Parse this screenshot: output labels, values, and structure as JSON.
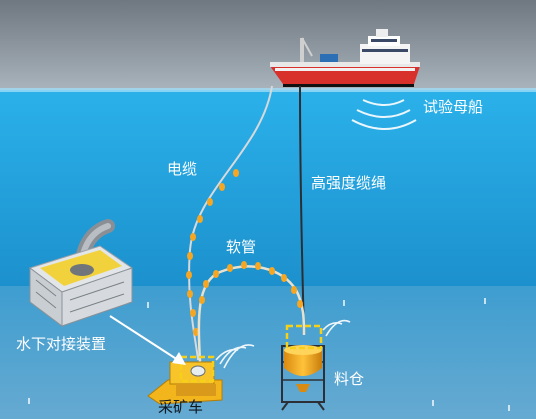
{
  "labels": {
    "ship": "试验母船",
    "cable": "电缆",
    "rope": "高强度缆绳",
    "hose": "软管",
    "docking": "水下对接装置",
    "silo": "料仓",
    "collector": "采矿车"
  },
  "colors": {
    "sky_top": "#6f7780",
    "sky_bottom": "#a9b4bc",
    "sea_top": "#23a9e4",
    "sea_bottom": "#1478b6",
    "seabed": "#8cc3de",
    "hull_red": "#d8312b",
    "float_orange": "#f5a623",
    "highlight_yellow": "#f7d117",
    "label_text": "#ffffff"
  }
}
